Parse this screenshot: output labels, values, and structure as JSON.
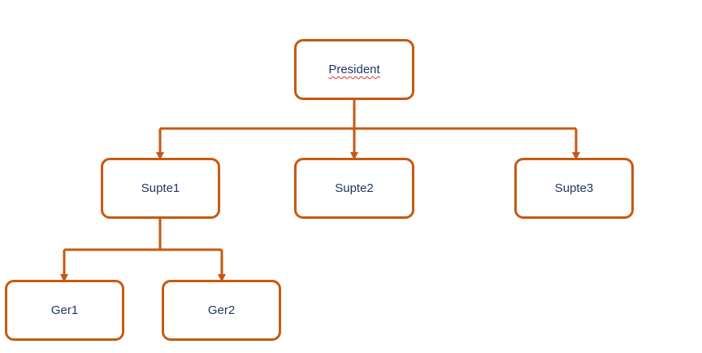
{
  "diagram": {
    "line_color": "#c55a11",
    "text_color": "#1f3864",
    "nodes": {
      "president": "President",
      "supte1": "Supte1",
      "supte2": "Supte2",
      "supte3": "Supte3",
      "ger1": "Ger1",
      "ger2": "Ger2"
    },
    "edges": [
      {
        "from": "President",
        "to": "Supte1"
      },
      {
        "from": "President",
        "to": "Supte2"
      },
      {
        "from": "President",
        "to": "Supte3"
      },
      {
        "from": "Supte1",
        "to": "Ger1"
      },
      {
        "from": "Supte1",
        "to": "Ger2"
      }
    ]
  }
}
